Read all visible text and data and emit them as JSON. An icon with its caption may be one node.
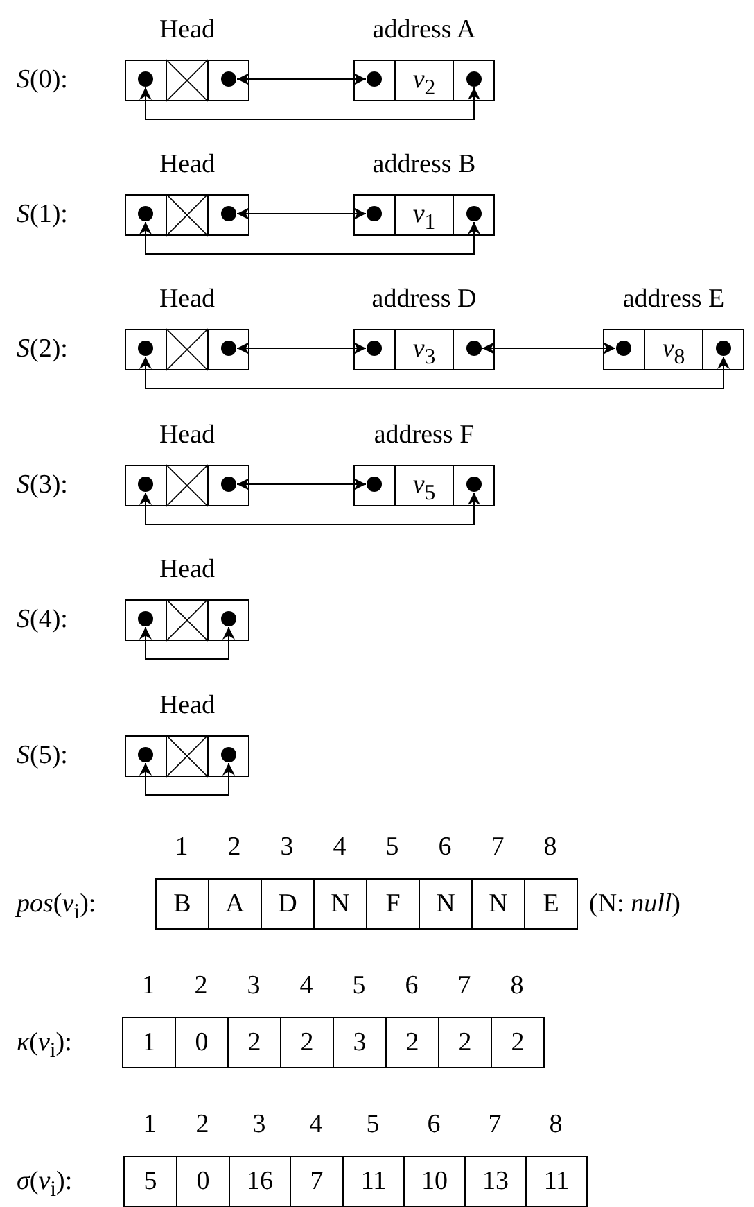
{
  "diagram": {
    "nodes": [
      {
        "text": [
          "Head"
        ]
      },
      {
        "text": [
          "address A",
          "*v*$_{2}$"
        ]
      },
      {
        "text": [
          "Head"
        ]
      },
      {
        "text": [
          "address B",
          "*v*$_{1}$"
        ]
      },
      {
        "text": [
          "Head"
        ]
      },
      {
        "text": [
          "address D",
          "*v*$_{3}$"
        ]
      },
      {
        "text": [
          "address E",
          "*v*$_{8}$"
        ]
      },
      {
        "text": [
          "Head"
        ]
      },
      {
        "text": [
          "address F",
          "*v*$_{5}$"
        ]
      },
      {
        "text": [
          "Head"
        ]
      },
      {
        "text": [
          "Head"
        ]
      }
    ],
    "edges": [
      {
        "from": 0,
        "to": 1,
        "arrow": "both"
      },
      {
        "from": 1,
        "to": 0,
        "arrow": "both"
      },
      {
        "from": 2,
        "to": 3,
        "arrow": "both"
      },
      {
        "from": 3,
        "to": 2,
        "arrow": "both"
      },
      {
        "from": 4,
        "to": 5,
        "arrow": "both"
      },
      {
        "from": 5,
        "to": 6,
        "arrow": "both"
      },
      {
        "from": 6,
        "to": 4,
        "arrow": "both"
      },
      {
        "from": 7,
        "to": 8,
        "arrow": "both"
      },
      {
        "from": 8,
        "to": 7,
        "arrow": "both"
      },
      {
        "from": 9,
        "to": 9,
        "arrow": "both"
      },
      {
        "from": 10,
        "to": 10,
        "arrow": "both"
      }
    ],
    "labels": [
      "*S*(0):",
      "*S*(1):",
      "*S*(2):",
      "*S*(3):",
      "*S*(4):",
      "*S*(5):",
      "1",
      "2",
      "3",
      "4",
      "5",
      "6",
      "7",
      "8",
      "*pos*(*v*$_{i}$):",
      "B",
      "A",
      "D",
      "N",
      "F",
      "N",
      "N",
      "E",
      "(N: *null*)",
      "1",
      "2",
      "3",
      "4",
      "5",
      "6",
      "7",
      "8",
      "*κ*(*v*$_{i}$):",
      "1",
      "0",
      "2",
      "2",
      "3",
      "2",
      "2",
      "2",
      "1",
      "2",
      "3",
      "4",
      "5",
      "6",
      "7",
      "8",
      "*σ*(*v*$_{i}$):",
      "5",
      "0",
      "16",
      "7",
      "11",
      "10",
      "13",
      "11"
    ]
  }
}
